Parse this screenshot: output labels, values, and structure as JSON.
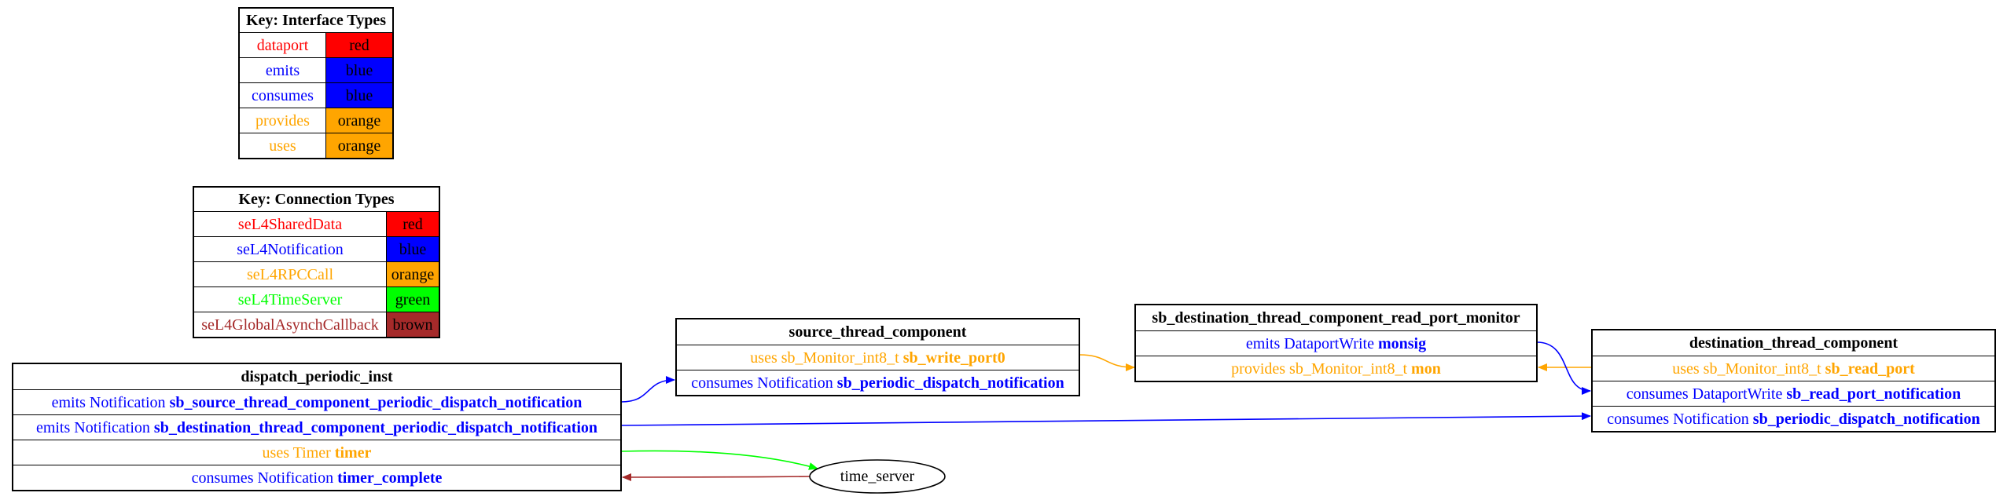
{
  "interface_key": {
    "title": "Key: Interface Types",
    "rows": [
      {
        "label": "dataport",
        "swatch_label": "red",
        "color": "#ff0000"
      },
      {
        "label": "emits",
        "swatch_label": "blue",
        "color": "#0000ff"
      },
      {
        "label": "consumes",
        "swatch_label": "blue",
        "color": "#0000ff"
      },
      {
        "label": "provides",
        "swatch_label": "orange",
        "color": "#ffa500"
      },
      {
        "label": "uses",
        "swatch_label": "orange",
        "color": "#ffa500"
      }
    ]
  },
  "connection_key": {
    "title": "Key: Connection Types",
    "rows": [
      {
        "label": "seL4SharedData",
        "swatch_label": "red",
        "color": "#ff0000"
      },
      {
        "label": "seL4Notification",
        "swatch_label": "blue",
        "color": "#0000ff"
      },
      {
        "label": "seL4RPCCall",
        "swatch_label": "orange",
        "color": "#ffa500"
      },
      {
        "label": "seL4TimeServer",
        "swatch_label": "green",
        "color": "#00ff00"
      },
      {
        "label": "seL4GlobalAsynchCallback",
        "swatch_label": "brown",
        "color": "#a52a2a"
      }
    ]
  },
  "nodes": {
    "dispatch": {
      "title": "dispatch_periodic_inst",
      "ports": [
        {
          "prefix": "emits Notification ",
          "name": "sb_source_thread_component_periodic_dispatch_notification",
          "color": "#0000ff"
        },
        {
          "prefix": "emits Notification ",
          "name": "sb_destination_thread_component_periodic_dispatch_notification",
          "color": "#0000ff"
        },
        {
          "prefix": "uses Timer ",
          "name": "timer",
          "color": "#ffa500"
        },
        {
          "prefix": "consumes Notification ",
          "name": "timer_complete",
          "color": "#0000ff"
        }
      ]
    },
    "source": {
      "title": "source_thread_component",
      "ports": [
        {
          "prefix": "uses sb_Monitor_int8_t ",
          "name": "sb_write_port0",
          "color": "#ffa500"
        },
        {
          "prefix": "consumes Notification ",
          "name": "sb_periodic_dispatch_notification",
          "color": "#0000ff"
        }
      ]
    },
    "monitor": {
      "title": "sb_destination_thread_component_read_port_monitor",
      "ports": [
        {
          "prefix": "emits DataportWrite ",
          "name": "monsig",
          "color": "#0000ff"
        },
        {
          "prefix": "provides sb_Monitor_int8_t ",
          "name": "mon",
          "color": "#ffa500"
        }
      ]
    },
    "destination": {
      "title": "destination_thread_component",
      "ports": [
        {
          "prefix": "uses sb_Monitor_int8_t ",
          "name": "sb_read_port",
          "color": "#ffa500"
        },
        {
          "prefix": "consumes DataportWrite ",
          "name": "sb_read_port_notification",
          "color": "#0000ff"
        },
        {
          "prefix": "consumes Notification ",
          "name": "sb_periodic_dispatch_notification",
          "color": "#0000ff"
        }
      ]
    },
    "time_server": {
      "label": "time_server"
    }
  },
  "edge_colors": {
    "notification": "#0000ff",
    "rpc": "#ffa500",
    "time_server": "#00ff00",
    "callback": "#a52a2a"
  }
}
